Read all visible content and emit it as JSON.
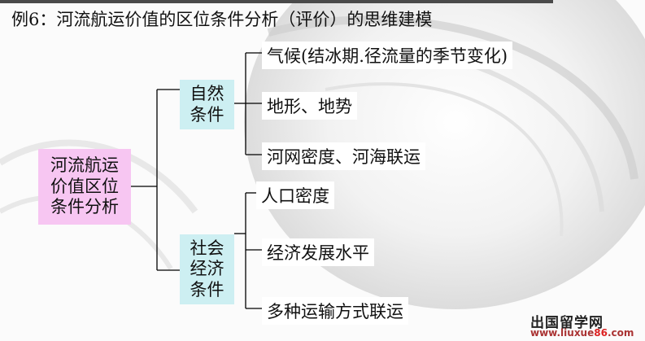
{
  "title": "例6：河流航运价值的区位条件分析（评价）的思维建模",
  "root": {
    "lines": [
      "河流航运",
      "价值区位",
      "条件分析"
    ]
  },
  "categories": [
    {
      "lines": [
        "自然",
        "条件"
      ],
      "items": [
        "气候(结冰期.径流量的季节变化)",
        "地形、地势",
        "河网密度、河海联运"
      ]
    },
    {
      "lines": [
        "社会",
        "经济",
        "条件"
      ],
      "items": [
        "人口密度",
        "经济发展水平",
        "多种运输方式联运"
      ]
    }
  ],
  "watermark": {
    "name": "出国留学网",
    "url_prefix": "www.liuxue",
    "url_accent": "86",
    "url_suffix": ".com"
  },
  "colors": {
    "root_fill": "#f7c6f2",
    "category_fill": "#cdeff2",
    "line": "#000000"
  }
}
